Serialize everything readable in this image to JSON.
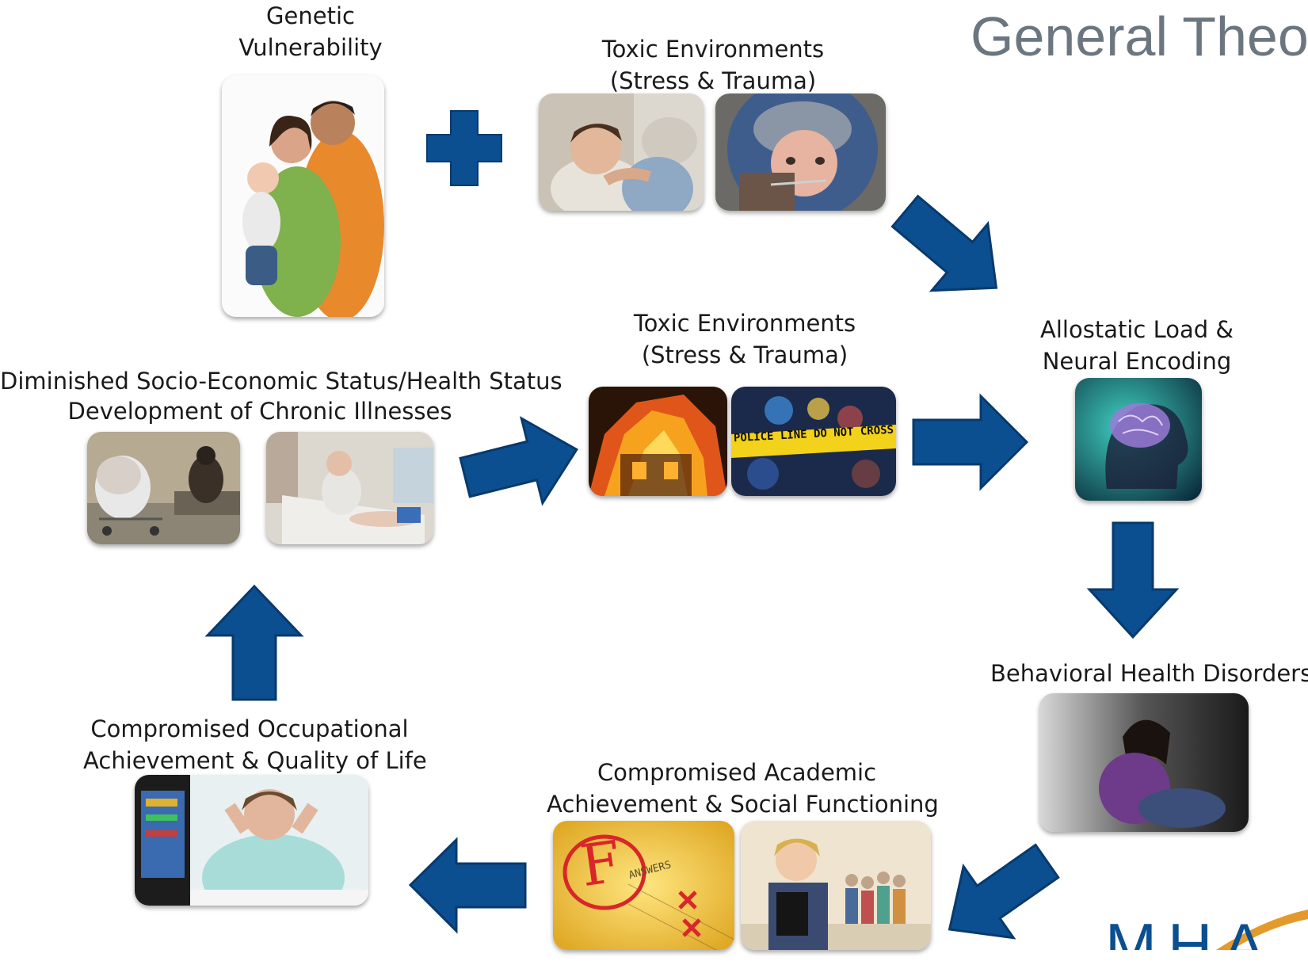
{
  "title": "General Theo",
  "colors": {
    "arrow": "#0b4f91",
    "arrow_stroke": "#083a6c",
    "title": "#6b7680"
  },
  "nodes": {
    "genetic": {
      "line1": "Genetic",
      "line2": "Vulnerability"
    },
    "toxic_top": {
      "line1": "Toxic Environments",
      "line2": "(Stress & Trauma)"
    },
    "toxic_mid": {
      "line1": "Toxic Environments",
      "line2": "(Stress & Trauma)"
    },
    "allostatic": {
      "line1": "Allostatic Load &",
      "line2": "Neural Encoding"
    },
    "diminished": {
      "line1": "Diminished Socio-Economic Status/Health Status",
      "line2": "Development of Chronic Illnesses"
    },
    "behavioral": {
      "line1": "Behavioral Health Disorders"
    },
    "occupational": {
      "line1": "Compromised Occupational",
      "line2": "Achievement & Quality of Life"
    },
    "academic": {
      "line1": "Compromised Academic",
      "line2": "Achievement & Social Functioning"
    }
  },
  "photo_text": {
    "police_tape": "POLICE LINE DO NOT CROSS",
    "answers": "ANSWERS",
    "grade": "F"
  },
  "logo_text": "MHA"
}
